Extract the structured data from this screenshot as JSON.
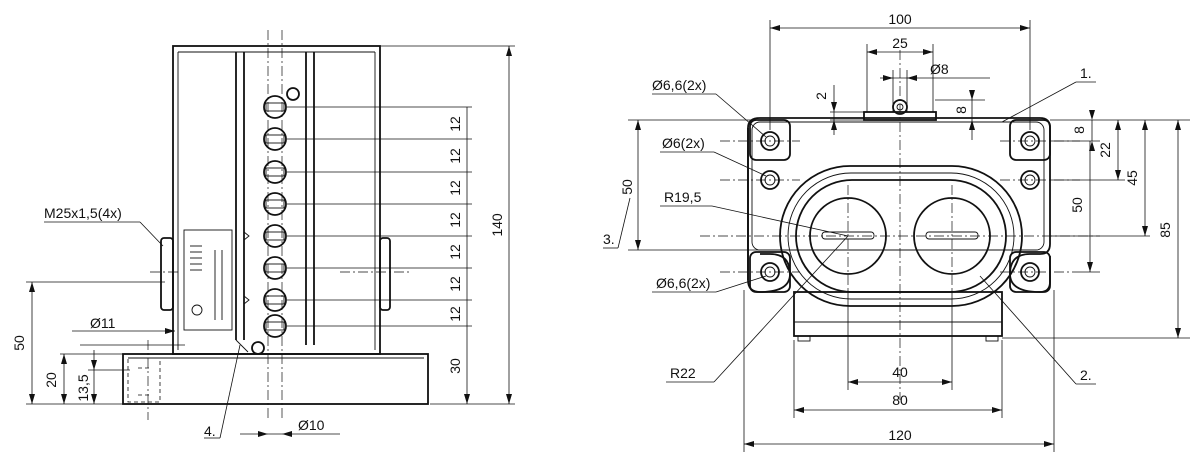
{
  "side_view": {
    "dim_height_total": "140",
    "dim_pitch": [
      "12",
      "12",
      "12",
      "12",
      "12",
      "12",
      "12"
    ],
    "dim_bottom_pitch": "30",
    "dim_thread": "M25x1,5(4x)",
    "dim_hole_dia": "Ø11",
    "dim_left_50": "50",
    "dim_left_20": "20",
    "dim_left_13_5": "13,5",
    "dim_roller_dia": "Ø10",
    "callout_4": "4."
  },
  "front_view": {
    "dim_width_100": "100",
    "dim_25": "25",
    "dim_roller_dia_8": "Ø8",
    "dim_2": "2",
    "dim_8_top": "8",
    "dim_hole_66_top": "Ø6,6(2x)",
    "dim_hole_6": "Ø6(2x)",
    "dim_r19_5": "R19,5",
    "dim_hole_66_bottom": "Ø6,6(2x)",
    "dim_r22": "R22",
    "dim_left_50": "50",
    "dim_right_8": "8",
    "dim_right_22": "22",
    "dim_right_45": "45",
    "dim_right_50": "50",
    "dim_right_85": "85",
    "dim_40": "40",
    "dim_80": "80",
    "dim_120": "120",
    "callout_1": "1.",
    "callout_2": "2.",
    "callout_3": "3."
  }
}
